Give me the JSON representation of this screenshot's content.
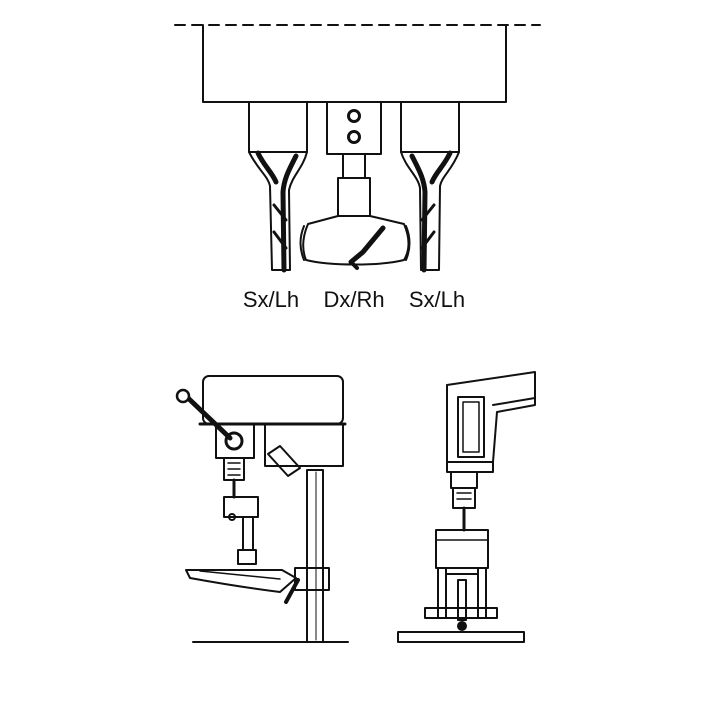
{
  "diagram": {
    "labels": {
      "left_spindle": "Sx/Lh",
      "center_spindle": "Dx/Rh",
      "right_spindle": "Sx/Lh"
    },
    "colors": {
      "ink": "#111111",
      "paper": "#ffffff"
    }
  }
}
